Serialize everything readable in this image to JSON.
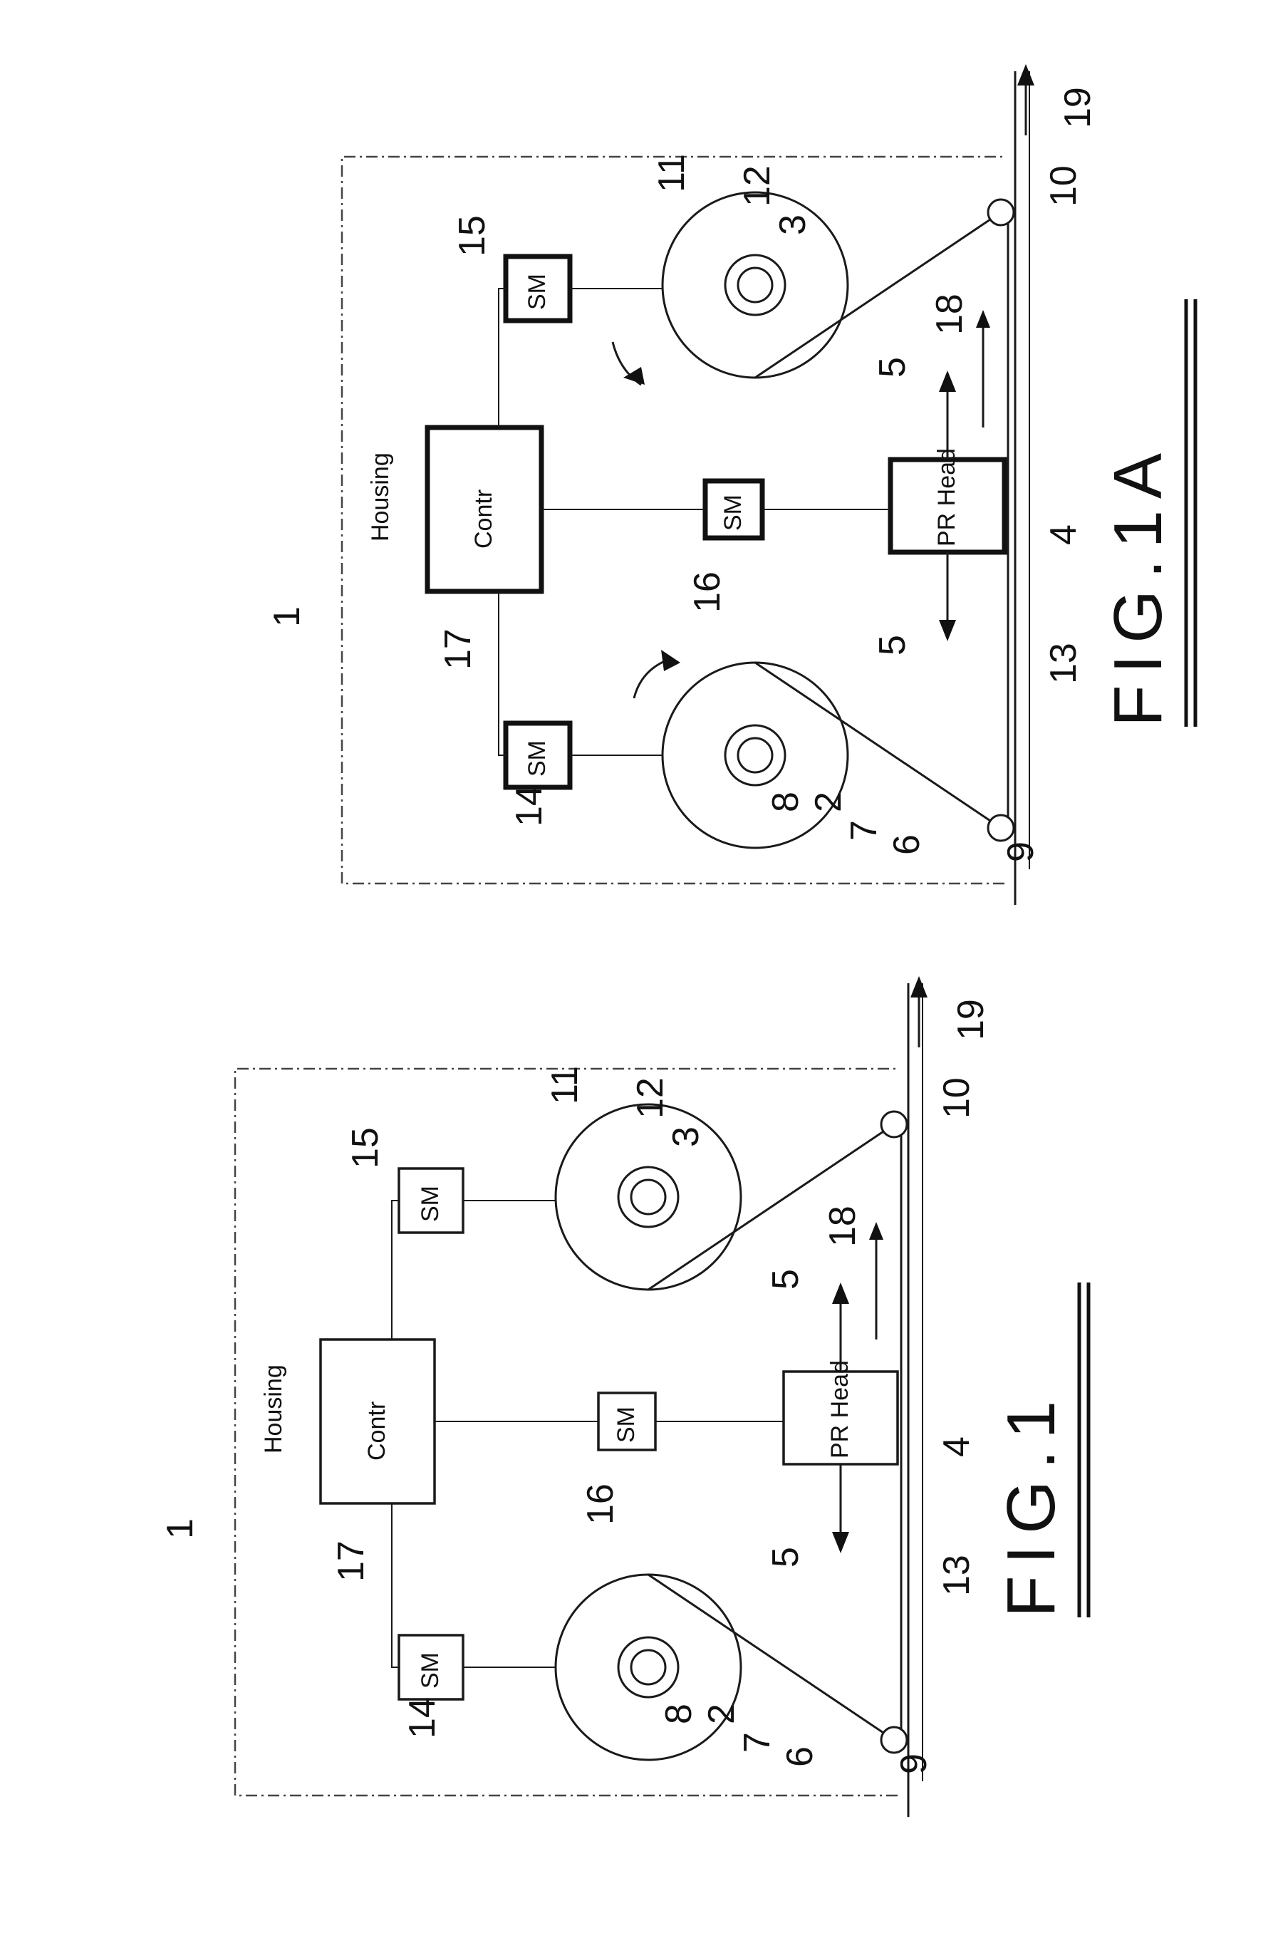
{
  "figures": [
    {
      "id": "fig1",
      "title": "FIG.1",
      "housing": "Housing",
      "controller": "Contr",
      "motor": "SM",
      "print_head": "PR Head",
      "refs": [
        "1",
        "2",
        "3",
        "4",
        "5",
        "5",
        "6",
        "7",
        "8",
        "9",
        "10",
        "11",
        "12",
        "13",
        "14",
        "15",
        "16",
        "17",
        "18",
        "19"
      ]
    },
    {
      "id": "fig1a",
      "title": "FIG.1A",
      "housing": "Housing",
      "controller": "Contr",
      "motor": "SM",
      "print_head": "PR Head",
      "refs": [
        "1",
        "2",
        "3",
        "4",
        "5",
        "5",
        "6",
        "7",
        "8",
        "9",
        "10",
        "11",
        "12",
        "13",
        "14",
        "15",
        "16",
        "17",
        "18",
        "19"
      ]
    }
  ]
}
